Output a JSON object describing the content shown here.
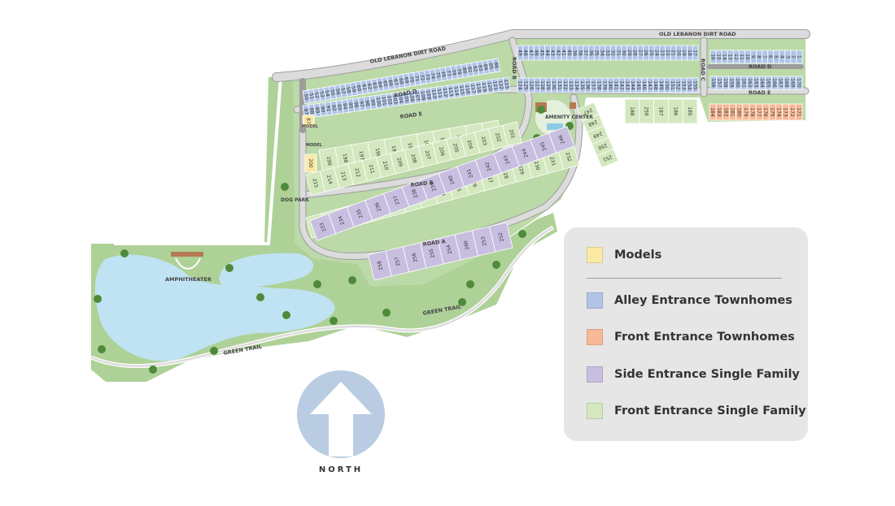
{
  "roads": {
    "old_lebanon_left": "OLD LEBANON DIRT ROAD",
    "old_lebanon_right": "OLD LEBANON DIRT ROAD",
    "road_b_upper": "ROAD B",
    "road_c": "ROAD C",
    "road_d_left": "ROAD D",
    "road_d_right": "ROAD D",
    "road_e_left": "ROAD E",
    "road_e_right": "ROAD E",
    "road_b": "ROAD B",
    "road_a": "ROAD A",
    "green_trail_left": "GREEN TRAIL",
    "green_trail_right": "GREEN TRAIL"
  },
  "places": {
    "dog_park": "DOG PARK",
    "amphitheater": "AMPHITHEATER",
    "amenity_center": "AMENITY CENTER",
    "model_1": "MODEL",
    "model_2": "MODEL"
  },
  "lot_groups": [
    {
      "type": "alley",
      "nums": [
        50,
        51,
        52,
        53,
        54,
        55,
        56,
        57,
        58,
        59,
        60,
        61,
        62,
        63,
        64,
        65,
        66,
        67,
        68,
        69,
        70,
        71,
        72,
        73,
        74,
        75,
        76,
        77,
        78,
        79,
        80,
        81,
        82,
        83,
        84,
        85,
        86
      ]
    },
    {
      "type": "alley",
      "nums": [
        87,
        88,
        89,
        90,
        91,
        92,
        93,
        94,
        95,
        96,
        97,
        98,
        99,
        100,
        101,
        102,
        103,
        104,
        105,
        106,
        107,
        108,
        109,
        110,
        111,
        112,
        113,
        114,
        115,
        116,
        117,
        118,
        119,
        120,
        121,
        122,
        123
      ]
    },
    {
      "type": "alley",
      "nums": [
        49,
        48,
        47,
        46,
        45,
        44,
        43,
        42,
        41,
        40,
        39,
        38,
        37,
        36,
        35,
        34,
        33,
        32,
        31,
        30,
        29,
        28,
        27,
        26,
        25,
        24,
        23,
        22,
        21,
        20,
        19,
        18,
        17
      ]
    },
    {
      "type": "alley",
      "nums": [
        124,
        125,
        126,
        127,
        128,
        129,
        130,
        131,
        132,
        133,
        134,
        135,
        136,
        137,
        138,
        139,
        140,
        141,
        142,
        143,
        144,
        145,
        146,
        147,
        148,
        149,
        150,
        151,
        152,
        153,
        154,
        155
      ]
    },
    {
      "type": "alley",
      "nums": [
        16,
        15,
        14,
        13,
        12,
        11,
        10,
        9,
        8,
        7,
        6,
        5,
        4,
        3,
        2,
        1
      ]
    },
    {
      "type": "alley",
      "nums": [
        156,
        157,
        158,
        159,
        160,
        161,
        162,
        163,
        164,
        165,
        166,
        167,
        168,
        169,
        170
      ]
    },
    {
      "type": "front_th",
      "nums": [
        184,
        183,
        182,
        181,
        180,
        179,
        178,
        177,
        176,
        175,
        174,
        173,
        172,
        171
      ]
    },
    {
      "type": "model",
      "nums": [
        87
      ]
    },
    {
      "type": "front_sf",
      "nums": [
        188,
        259,
        187,
        186,
        185
      ]
    },
    {
      "type": "front_sf",
      "nums": [
        247,
        248,
        249,
        250,
        251
      ]
    },
    {
      "type": "front_sf",
      "nums": [
        199,
        198,
        197,
        196,
        195,
        194,
        193,
        192,
        191,
        190,
        189
      ]
    },
    {
      "type": "model",
      "nums": [
        200
      ]
    },
    {
      "type": "front_sf",
      "nums": [
        215,
        214,
        213,
        212,
        211,
        210,
        209,
        208,
        207,
        206,
        205,
        204,
        203,
        202,
        201
      ]
    },
    {
      "type": "front_sf",
      "nums": [
        216,
        217,
        218,
        219,
        220,
        221,
        222,
        223,
        224,
        225,
        226,
        227,
        228,
        229,
        230,
        231,
        232
      ]
    },
    {
      "type": "side_sf",
      "nums": [
        246,
        245,
        244,
        243,
        242,
        241,
        240,
        239,
        238,
        237,
        236,
        235,
        234,
        233
      ]
    },
    {
      "type": "side_sf",
      "nums": [
        252,
        253,
        260,
        254,
        255,
        256,
        257,
        258
      ]
    }
  ],
  "legend": {
    "items": [
      {
        "label": "Models",
        "color": "#fbe9a6"
      },
      {
        "label": "Alley Entrance Townhomes",
        "color": "#b0c4e6"
      },
      {
        "label": "Front Entrance Townhomes",
        "color": "#f8b997"
      },
      {
        "label": "Side Entrance Single Family",
        "color": "#c8bfe0"
      },
      {
        "label": "Front Entrance Single Family",
        "color": "#d3e8bf"
      }
    ]
  },
  "compass": {
    "label": "NORTH"
  },
  "colors": {
    "road": "#dcdcdc",
    "road_edge": "#9d9d9d",
    "green": "#aed197",
    "lake": "#bfe3f2",
    "model": "#fbe9a6",
    "alley": "#b0c4e6",
    "front_th": "#f8b997",
    "side_sf": "#c8bfe0",
    "front_sf": "#d3e8bf"
  }
}
